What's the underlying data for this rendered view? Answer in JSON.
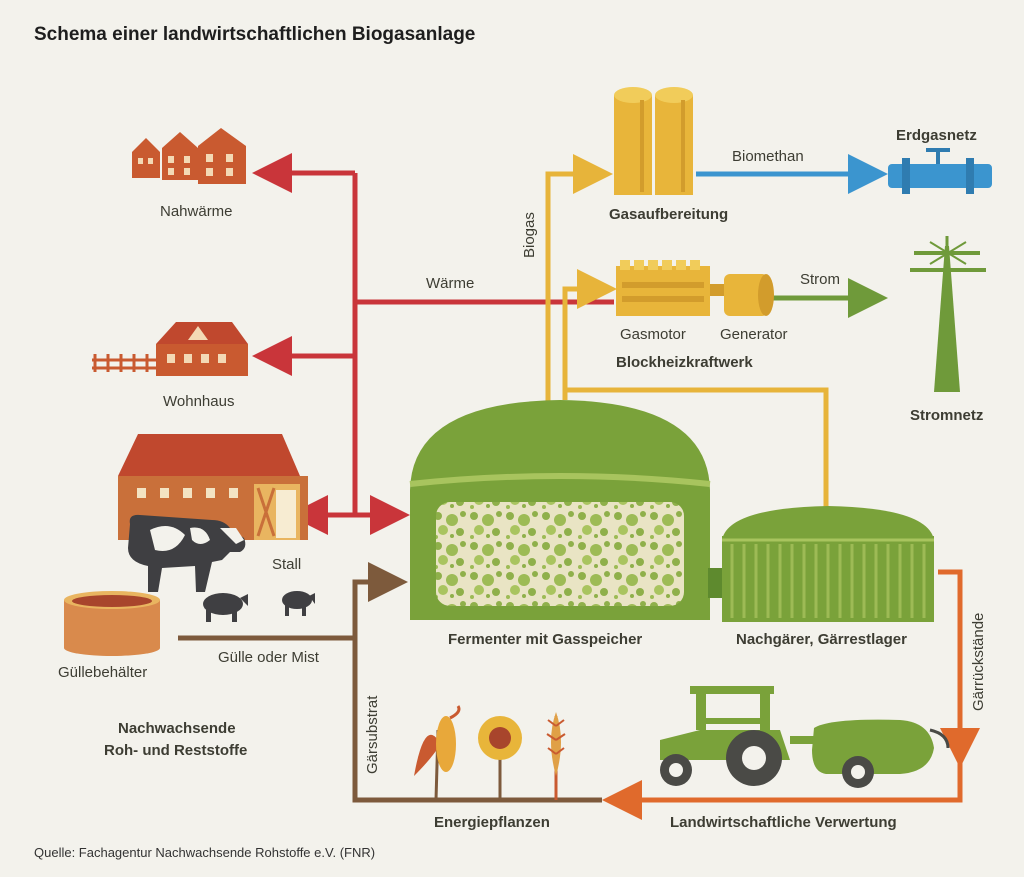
{
  "title": "Schema einer landwirtschaftlichen Biogasanlage",
  "source": "Quelle: Fachagentur Nachwachsende Rohstoffe e.V. (FNR)",
  "colors": {
    "heat": "#c9353a",
    "biogas": "#e7b43a",
    "biomethane": "#3b95cf",
    "power": "#6f9a3a",
    "manure": "#7d5a3c",
    "digestate": "#e06a2c",
    "fermenter": "#7aa23a",
    "background": "#f3f2ec"
  },
  "labels": {
    "nahwaerme": "Nahwärme",
    "wohnhaus": "Wohnhaus",
    "stall": "Stall",
    "guellebehaelter": "Güllebehälter",
    "guelle_mist": "Gülle oder Mist",
    "nawaro_line1": "Nachwachsende",
    "nawaro_line2": "Roh- und Reststoffe",
    "waerme": "Wärme",
    "biogas": "Biogas",
    "gasaufbereitung": "Gasaufbereitung",
    "biomethan": "Biomethan",
    "erdgasnetz": "Erdgasnetz",
    "gasmotor": "Gasmotor",
    "generator": "Generator",
    "bhkw": "Blockheizkraftwerk",
    "strom": "Strom",
    "stromnetz": "Stromnetz",
    "fermenter": "Fermenter mit Gasspeicher",
    "nachgaerer": "Nachgärer, Gärrestlager",
    "gaerrueckstaende": "Gärrückstände",
    "gaersubstrat": "Gärsubstrat",
    "energiepflanzen": "Energiepflanzen",
    "verwertung": "Landwirtschaftliche Verwertung"
  }
}
